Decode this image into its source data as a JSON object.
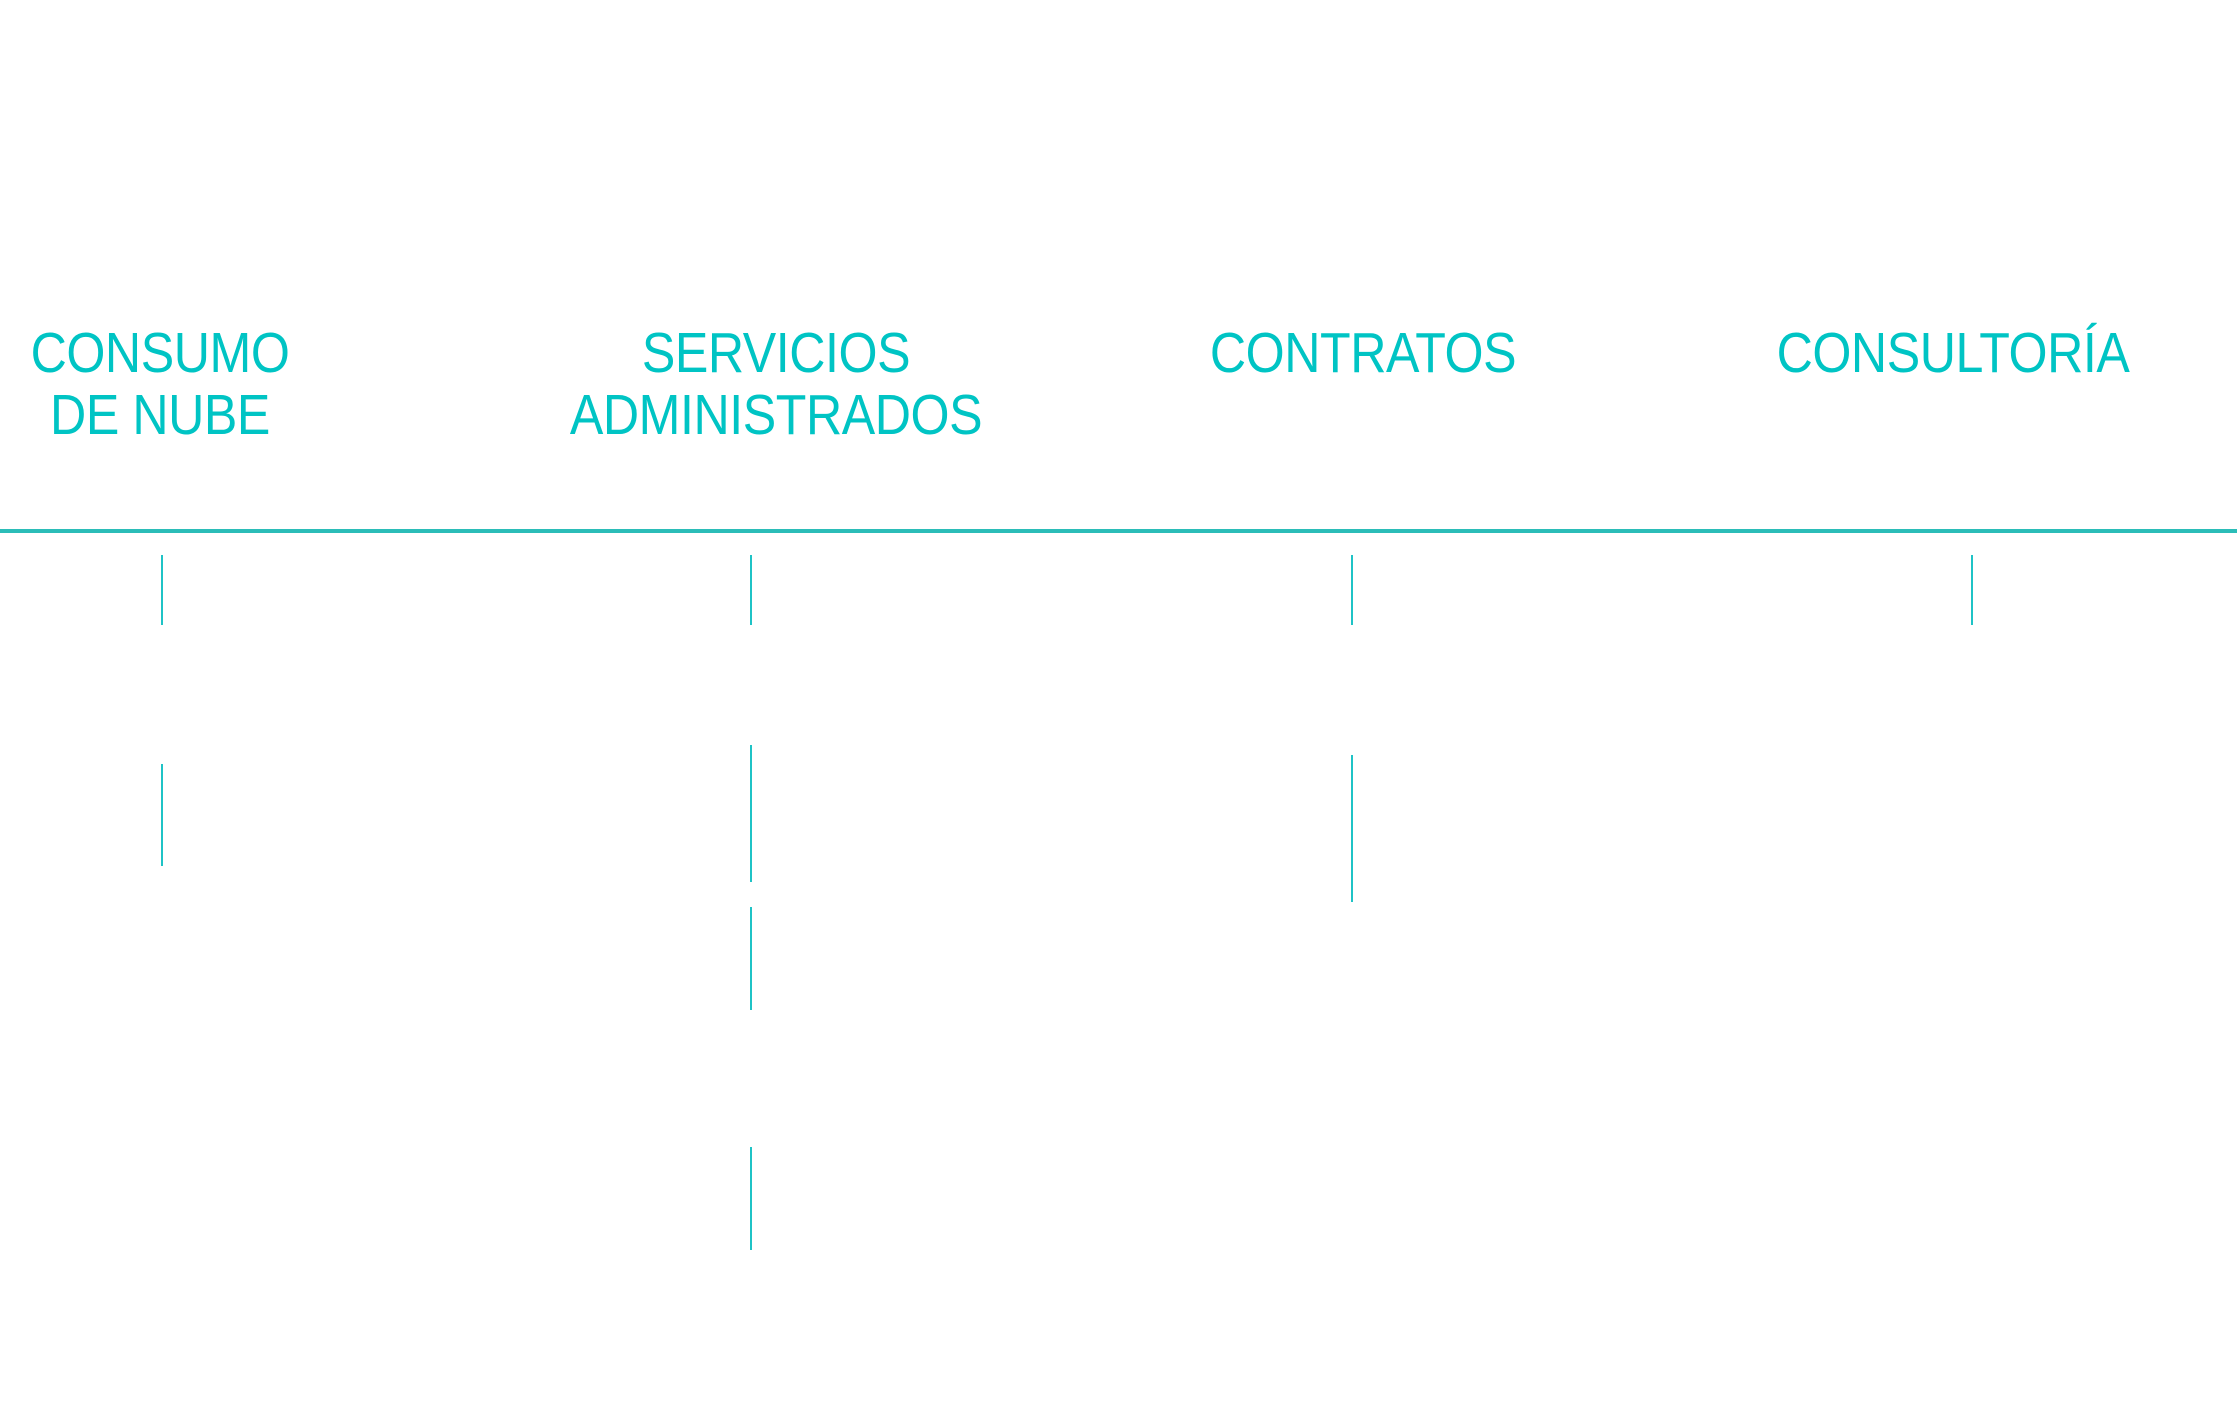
{
  "diagram": {
    "accent_text_color": "#00C4C4",
    "accent_line_color": "#2BBDB8",
    "columns": [
      {
        "id": "consumo-de-nube",
        "title_lines": [
          "CONSUMO",
          "DE NUBE"
        ],
        "tick_count": 2
      },
      {
        "id": "servicios-administrados",
        "title_lines": [
          "SERVICIOS",
          "ADMINISTRADOS"
        ],
        "tick_count": 4
      },
      {
        "id": "contratos",
        "title_lines": [
          "CONTRATOS"
        ],
        "tick_count": 2
      },
      {
        "id": "consultoria",
        "title_lines": [
          "CONSULTORÍA"
        ],
        "tick_count": 1
      }
    ]
  }
}
